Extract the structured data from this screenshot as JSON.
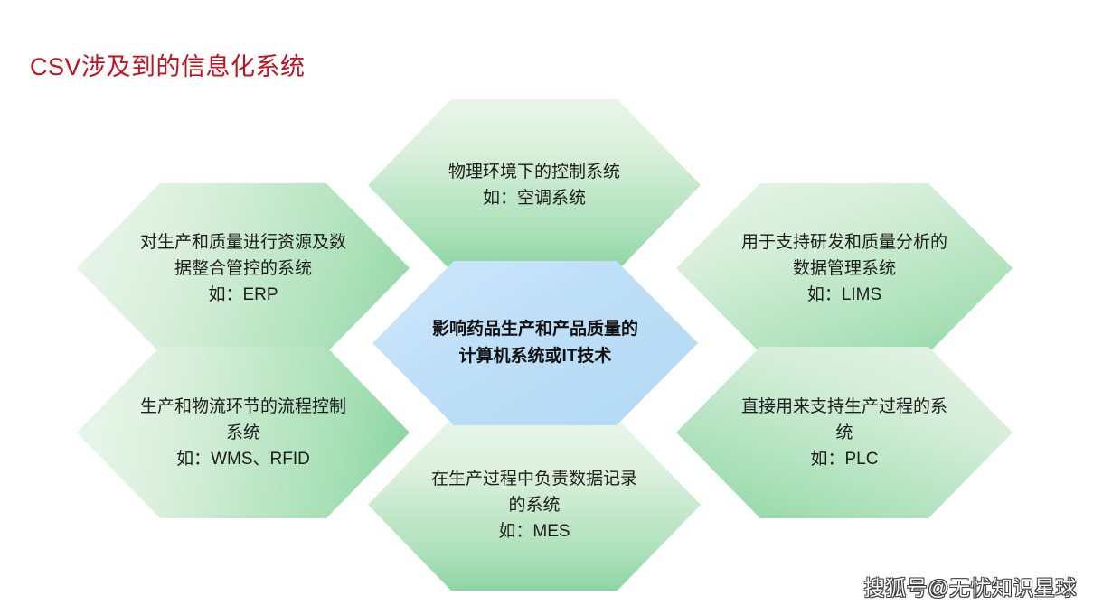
{
  "slide": {
    "title": "CSV涉及到的信息化系统",
    "title_color": "#c1121f",
    "background_color": "#ffffff"
  },
  "diagram": {
    "type": "hexagon-radial",
    "center": {
      "id": "center",
      "text": "影响药品生产和产品质量的\n计算机系统或IT技术",
      "fill_color": "#bfe0f8"
    },
    "petals": [
      {
        "id": "top",
        "position": "top",
        "text": "物理环境下的控制系统\n如：空调系统",
        "system": "空调系统",
        "fill_color": "#a9e0b8"
      },
      {
        "id": "upper-left",
        "position": "upper-left",
        "text": "对生产和质量进行资源及数\n据整合管控的系统\n如：ERP",
        "system": "ERP",
        "fill_color": "#a9e0b7"
      },
      {
        "id": "upper-right",
        "position": "upper-right",
        "text": "用于支持研发和质量分析的\n数据管理系统\n如：LIMS",
        "system": "LIMS",
        "fill_color": "#a6dfb5"
      },
      {
        "id": "lower-left",
        "position": "lower-left",
        "text": "生产和物流环节的流程控制\n系统\n如：WMS、RFID",
        "system": "WMS、RFID",
        "fill_color": "#a4dfb4"
      },
      {
        "id": "lower-right",
        "position": "lower-right",
        "text": "直接用来支持生产过程的系\n统\n如：PLC",
        "system": "PLC",
        "fill_color": "#a3deb3"
      },
      {
        "id": "bottom",
        "position": "bottom",
        "text": "在生产过程中负责数据记录\n的系统\n如：MES",
        "system": "MES",
        "fill_color": "#abe0b9"
      }
    ]
  },
  "watermark": {
    "text": "搜狐号@无忧知识星球"
  }
}
